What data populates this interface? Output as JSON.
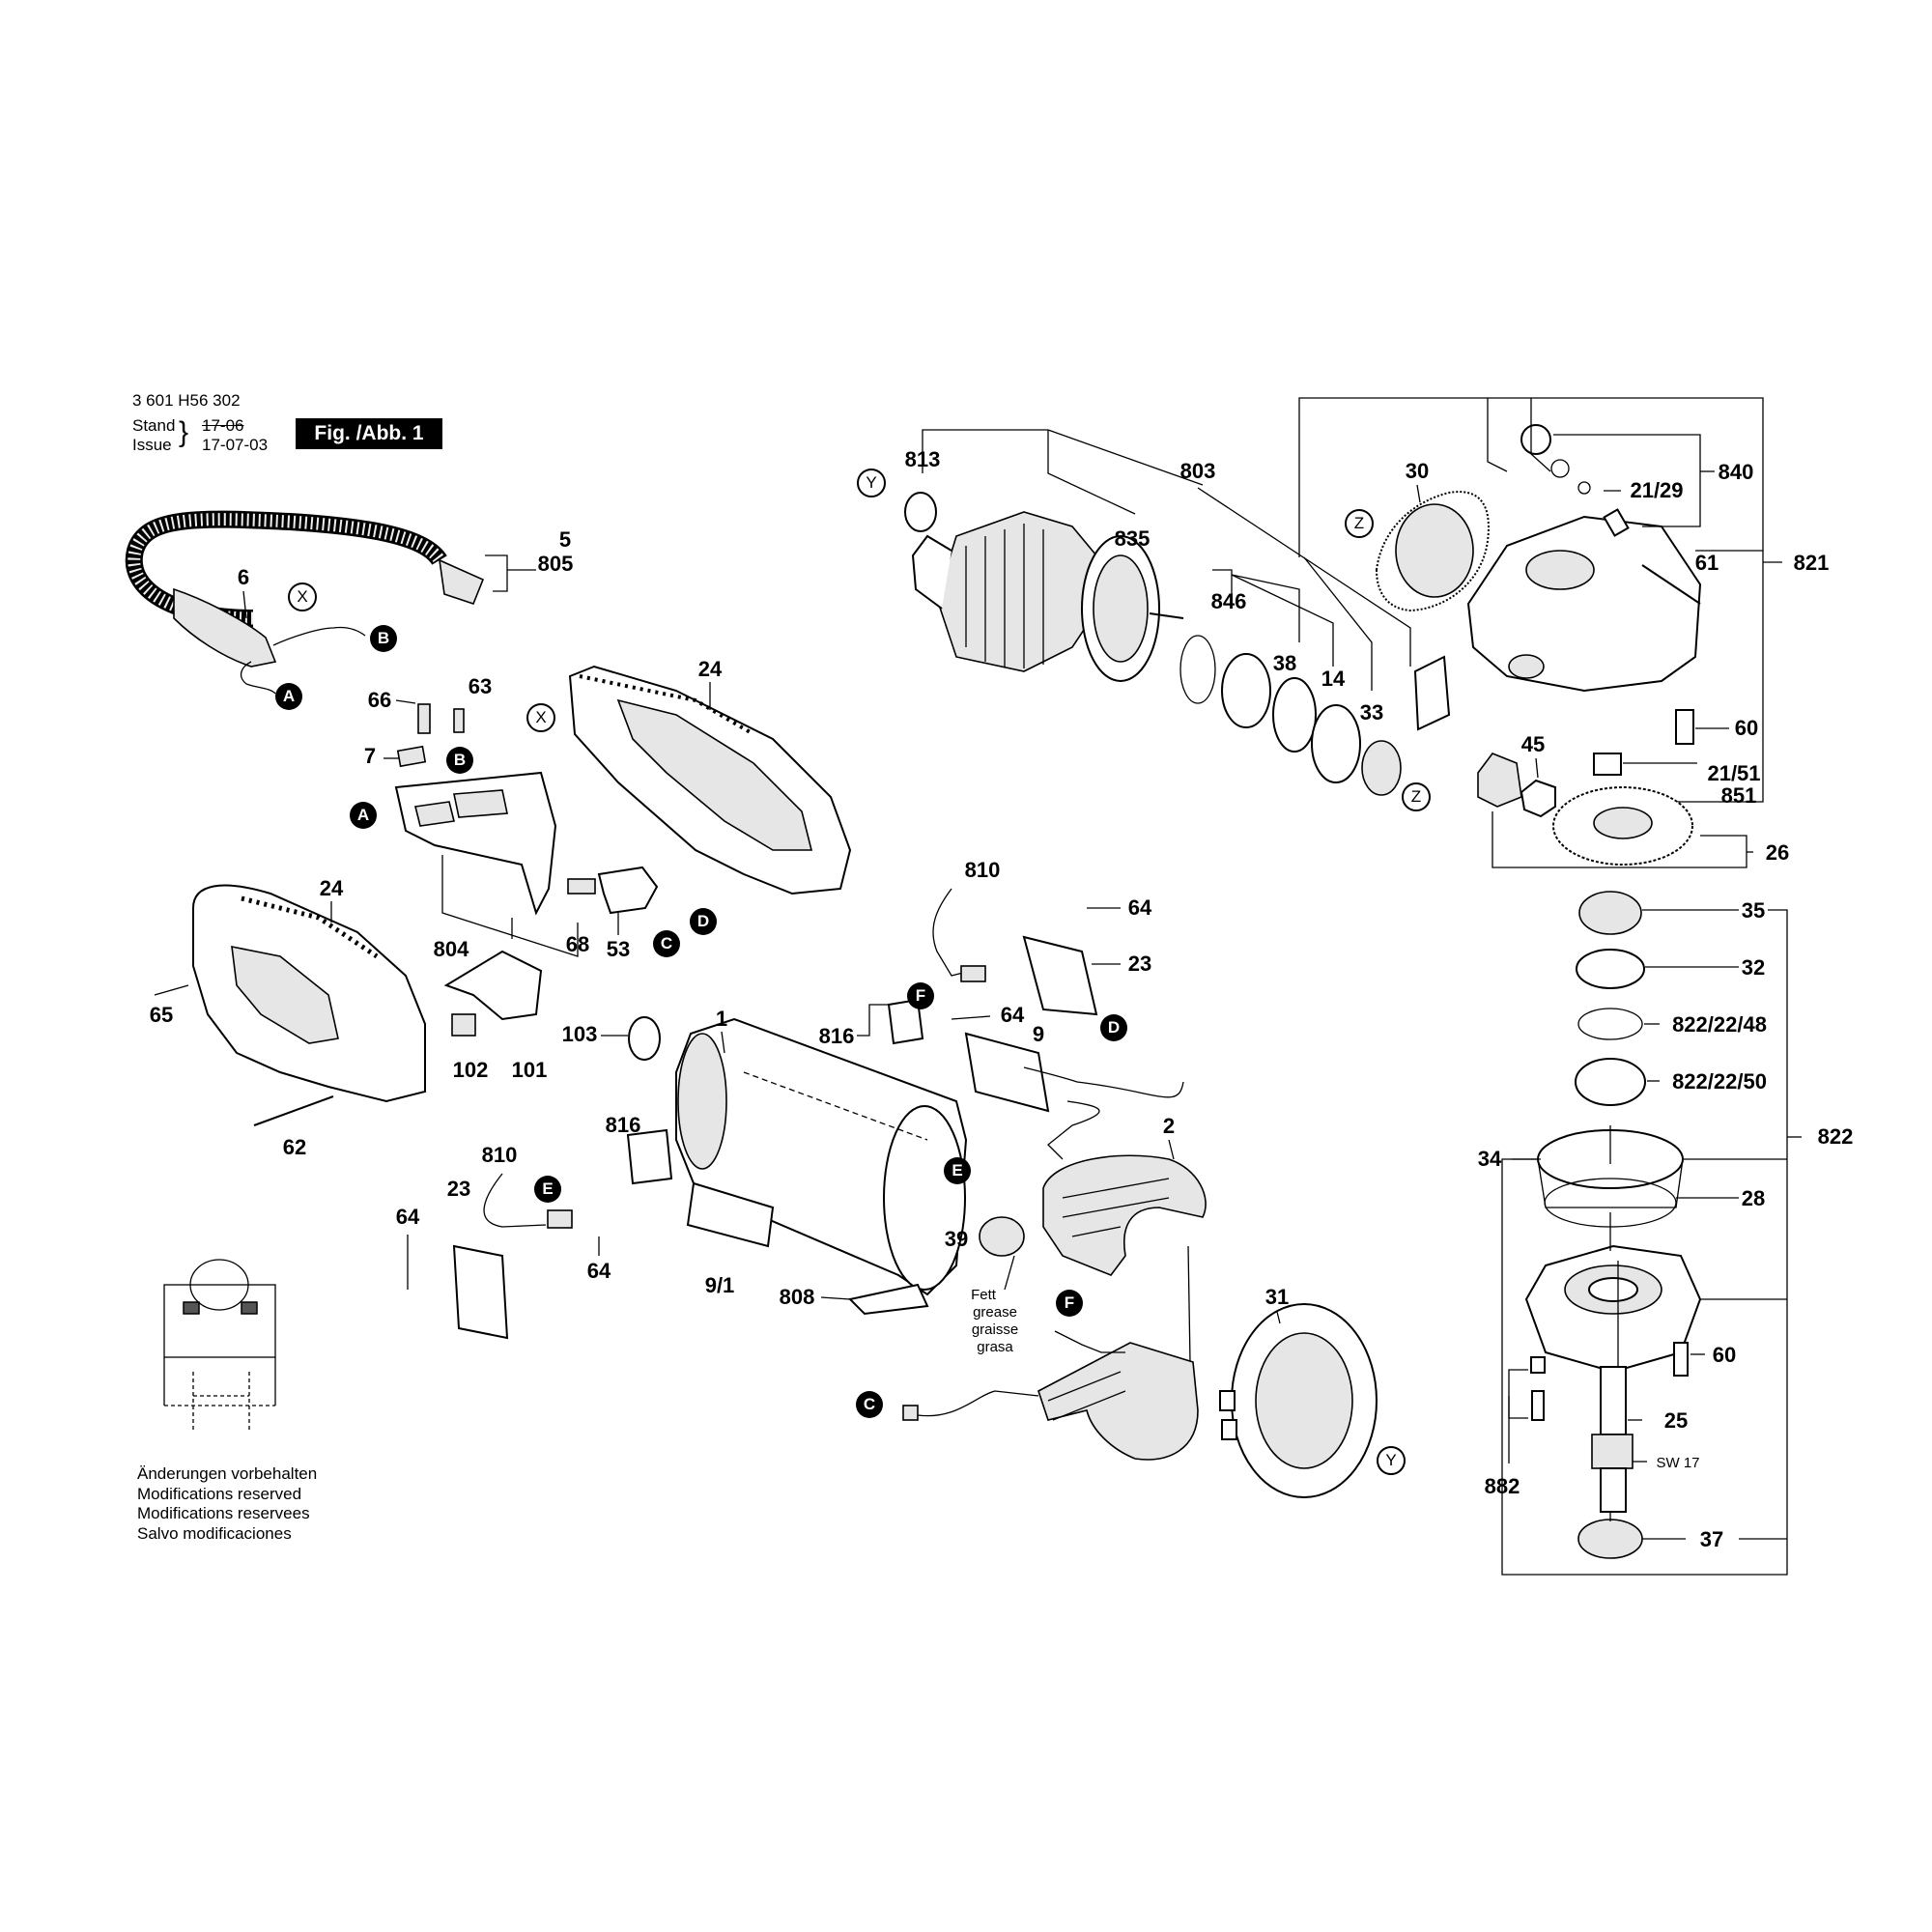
{
  "header": {
    "part_number": "3 601 H56 302",
    "stand_label": "Stand",
    "issue_label": "Issue",
    "stand_value": "17-06",
    "issue_value": "17-07-03",
    "figure_label": "Fig. /Abb. 1"
  },
  "notes": [
    "Änderungen vorbehalten",
    "Modifications reserved",
    "Modifications reservees",
    "Salvo modificaciones"
  ],
  "grease_note": [
    "Fett",
    "grease",
    "graisse",
    "grasa"
  ],
  "connectors": {
    "A": "A",
    "B": "B",
    "C": "C",
    "D": "D",
    "E": "E",
    "F": "F",
    "X": "X",
    "Y": "Y",
    "Z": "Z"
  },
  "labels": {
    "p5": "5",
    "p805": "805",
    "p6": "6",
    "p66": "66",
    "p63": "63",
    "p7": "7",
    "p24a": "24",
    "p24b": "24",
    "p804": "804",
    "p68": "68",
    "p53": "53",
    "p65": "65",
    "p102": "102",
    "p101": "101",
    "p62": "62",
    "p103": "103",
    "p1": "1",
    "p810a": "810",
    "p816a": "816",
    "p64a": "64",
    "p64b": "64",
    "p23a": "23",
    "p9": "9",
    "p816b": "816",
    "p810b": "810",
    "p23b": "23",
    "p64c": "64",
    "p64d": "64",
    "p9_1": "9/1",
    "p808": "808",
    "p39": "39",
    "p2": "2",
    "p31": "31",
    "p813": "813",
    "p803": "803",
    "p835": "835",
    "p846": "846",
    "p38": "38",
    "p14": "14",
    "p33": "33",
    "p30": "30",
    "p840": "840",
    "p21_29": "21/29",
    "p61": "61",
    "p821": "821",
    "p60a": "60",
    "p21_51": "21/51",
    "p851": "851",
    "p45": "45",
    "p26": "26",
    "p35": "35",
    "p32": "32",
    "p822_22_48": "822/22/48",
    "p822_22_50": "822/22/50",
    "p822": "822",
    "p34": "34",
    "p28": "28",
    "p60b": "60",
    "p25": "25",
    "sw17": "SW 17",
    "p882": "882",
    "p37": "37"
  }
}
